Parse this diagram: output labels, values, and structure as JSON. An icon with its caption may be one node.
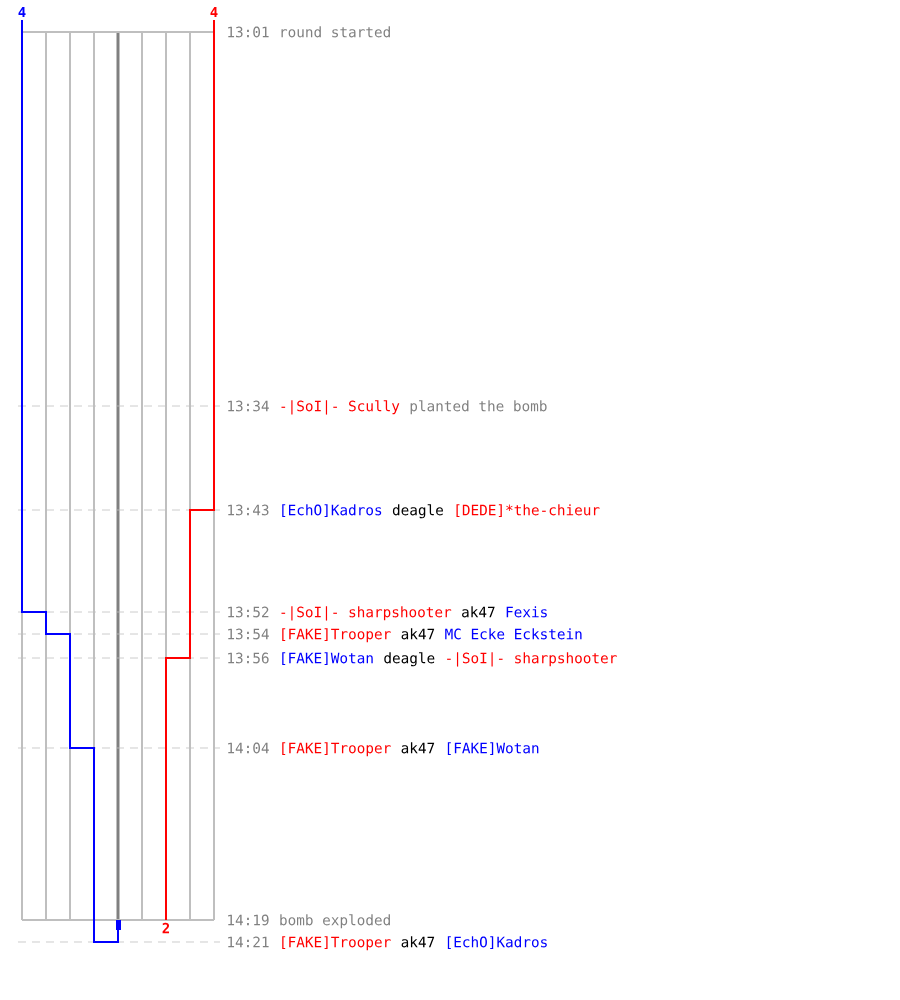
{
  "diagram": {
    "labels": [
      "4",
      "4",
      "13:01",
      "round started",
      "13:34",
      "-|SoI|- Scully",
      "planted the bomb",
      "13:43",
      "[EchO]Kadros",
      "deagle",
      "[DEDE]*the-chieur",
      "13:52",
      "-|SoI|- sharpshooter",
      "ak47",
      "Fexis",
      "13:54",
      "[FAKE]Trooper",
      "ak47",
      "MC Ecke Eckstein",
      "13:56",
      "[FAKE]Wotan",
      "deagle",
      "-|SoI|- sharpshooter",
      "14:04",
      "[FAKE]Trooper",
      "ak47",
      "[FAKE]Wotan",
      "14:19",
      "bomb exploded",
      "14:21",
      "[FAKE]Trooper",
      "ak47",
      "[EchO]Kadros",
      "2"
    ]
  }
}
